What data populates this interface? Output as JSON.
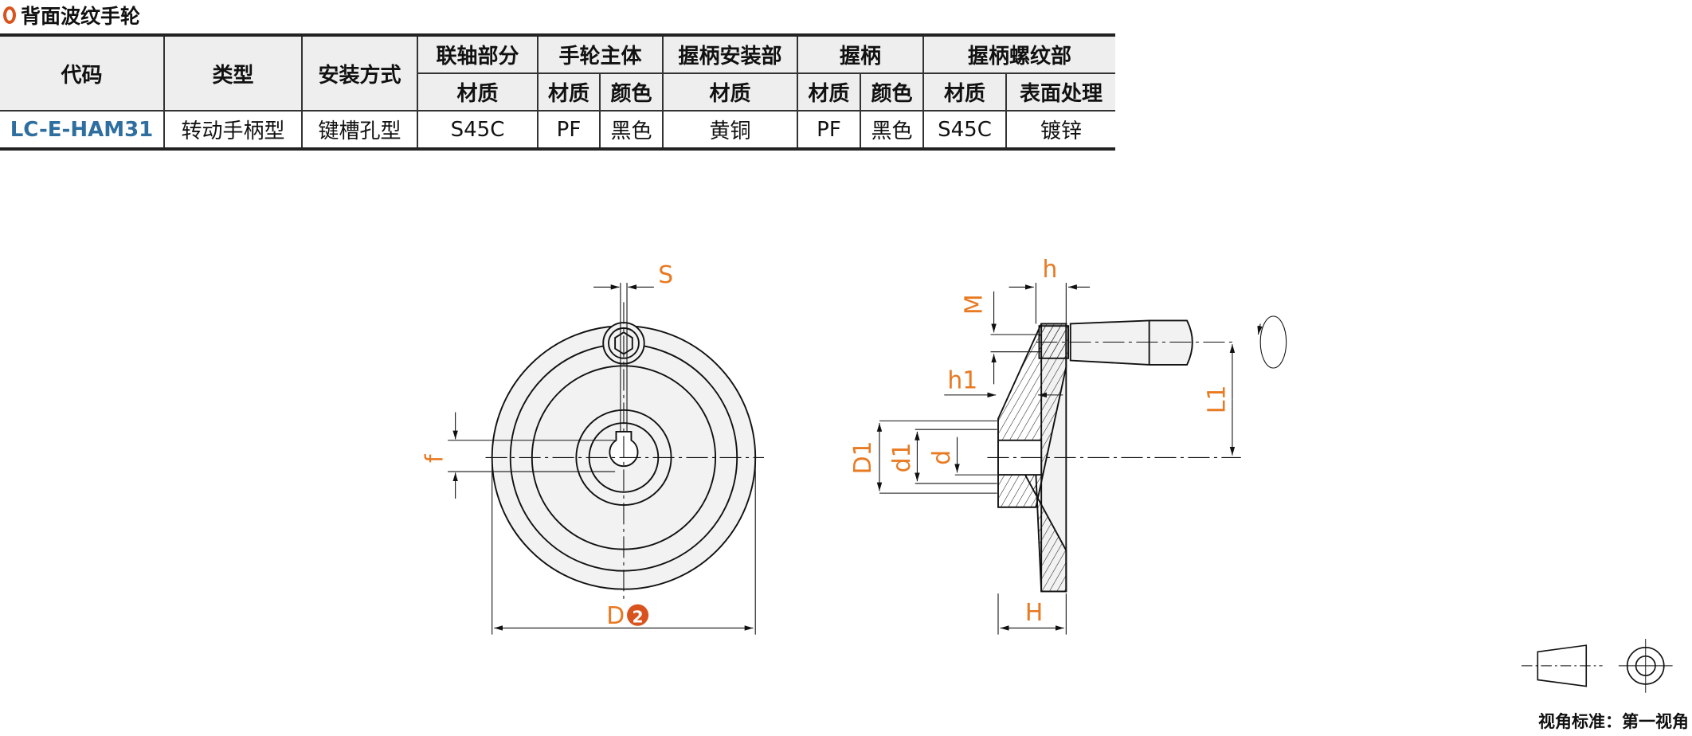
{
  "title": "背面波纹手轮",
  "table": {
    "headers_row1": [
      "代码",
      "类型",
      "安装方式",
      "联轴部分",
      "手轮主体",
      "握柄安装部",
      "握柄",
      "握柄螺纹部"
    ],
    "headers_row2": [
      "材质",
      "材质",
      "颜色",
      "材质",
      "材质",
      "颜色",
      "材质",
      "表面处理"
    ],
    "row": [
      "LC-E-HAM31",
      "转动手柄型",
      "键槽孔型",
      "S45C",
      "PF",
      "黑色",
      "黄铜",
      "PF",
      "黑色",
      "S45C",
      "镀锌"
    ]
  },
  "drawing": {
    "labels": {
      "S": "S",
      "f": "f",
      "D": "D",
      "note": "2",
      "M": "M",
      "h": "h",
      "h1": "h1",
      "L1": "L1",
      "D1": "D1",
      "d1": "d1",
      "d": "d",
      "H": "H"
    }
  },
  "view_standard": "视角标准：第一视角",
  "colors": {
    "accent": "#e87a22",
    "code": "#2e6fa0",
    "marker": "#d9531e"
  }
}
